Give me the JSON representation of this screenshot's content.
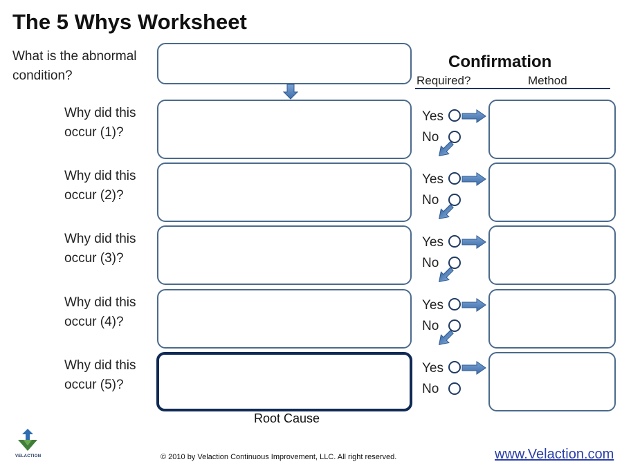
{
  "title": "The 5 Whys Worksheet",
  "abnormal_label": "What is the abnormal\ncondition?",
  "whys": [
    {
      "label": "Why did this\noccur (1)?"
    },
    {
      "label": "Why did this\noccur (2)?"
    },
    {
      "label": "Why did this\noccur (3)?"
    },
    {
      "label": "Why did this\noccur (4)?"
    },
    {
      "label": "Why did this\noccur (5)?"
    }
  ],
  "confirmation": {
    "title": "Confirmation",
    "required_label": "Required?",
    "method_label": "Method",
    "yes_label": "Yes",
    "no_label": "No"
  },
  "root_cause_label": "Root Cause",
  "footer": "© 2010 by Velaction Continuous Improvement, LLC.  All right reserved.",
  "website": "www.Velaction.com",
  "logo_text": "VELACTION",
  "colors": {
    "box_border": "#4a6a8c",
    "root_border": "#102a55",
    "arrow": "#4f7fb8",
    "link": "#2a3fa8"
  },
  "icons": [
    "down-arrow-icon",
    "right-arrow-icon",
    "diagonal-arrow-icon",
    "velaction-logo-icon"
  ]
}
